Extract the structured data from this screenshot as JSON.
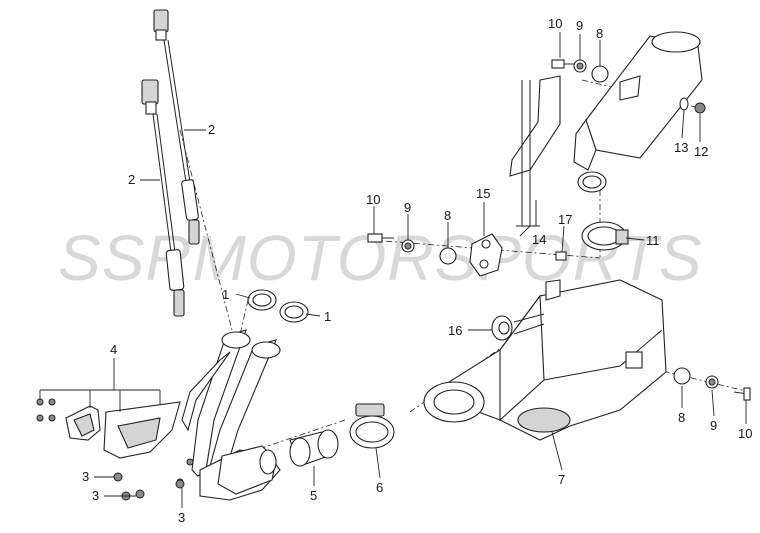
{
  "watermark": "SSRMOTORSPORTS",
  "callouts": {
    "c1a": "1",
    "c1b": "1",
    "c2a": "2",
    "c2b": "2",
    "c3a": "3",
    "c3b": "3",
    "c3c": "3",
    "c4": "4",
    "c5": "5",
    "c6": "6",
    "c7": "7",
    "c8a": "8",
    "c8b": "8",
    "c8c": "8",
    "c9a": "9",
    "c9b": "9",
    "c9c": "9",
    "c10a": "10",
    "c10b": "10",
    "c10c": "10",
    "c11": "11",
    "c12": "12",
    "c13": "13",
    "c14": "14",
    "c15": "15",
    "c16": "16",
    "c17": "17"
  }
}
